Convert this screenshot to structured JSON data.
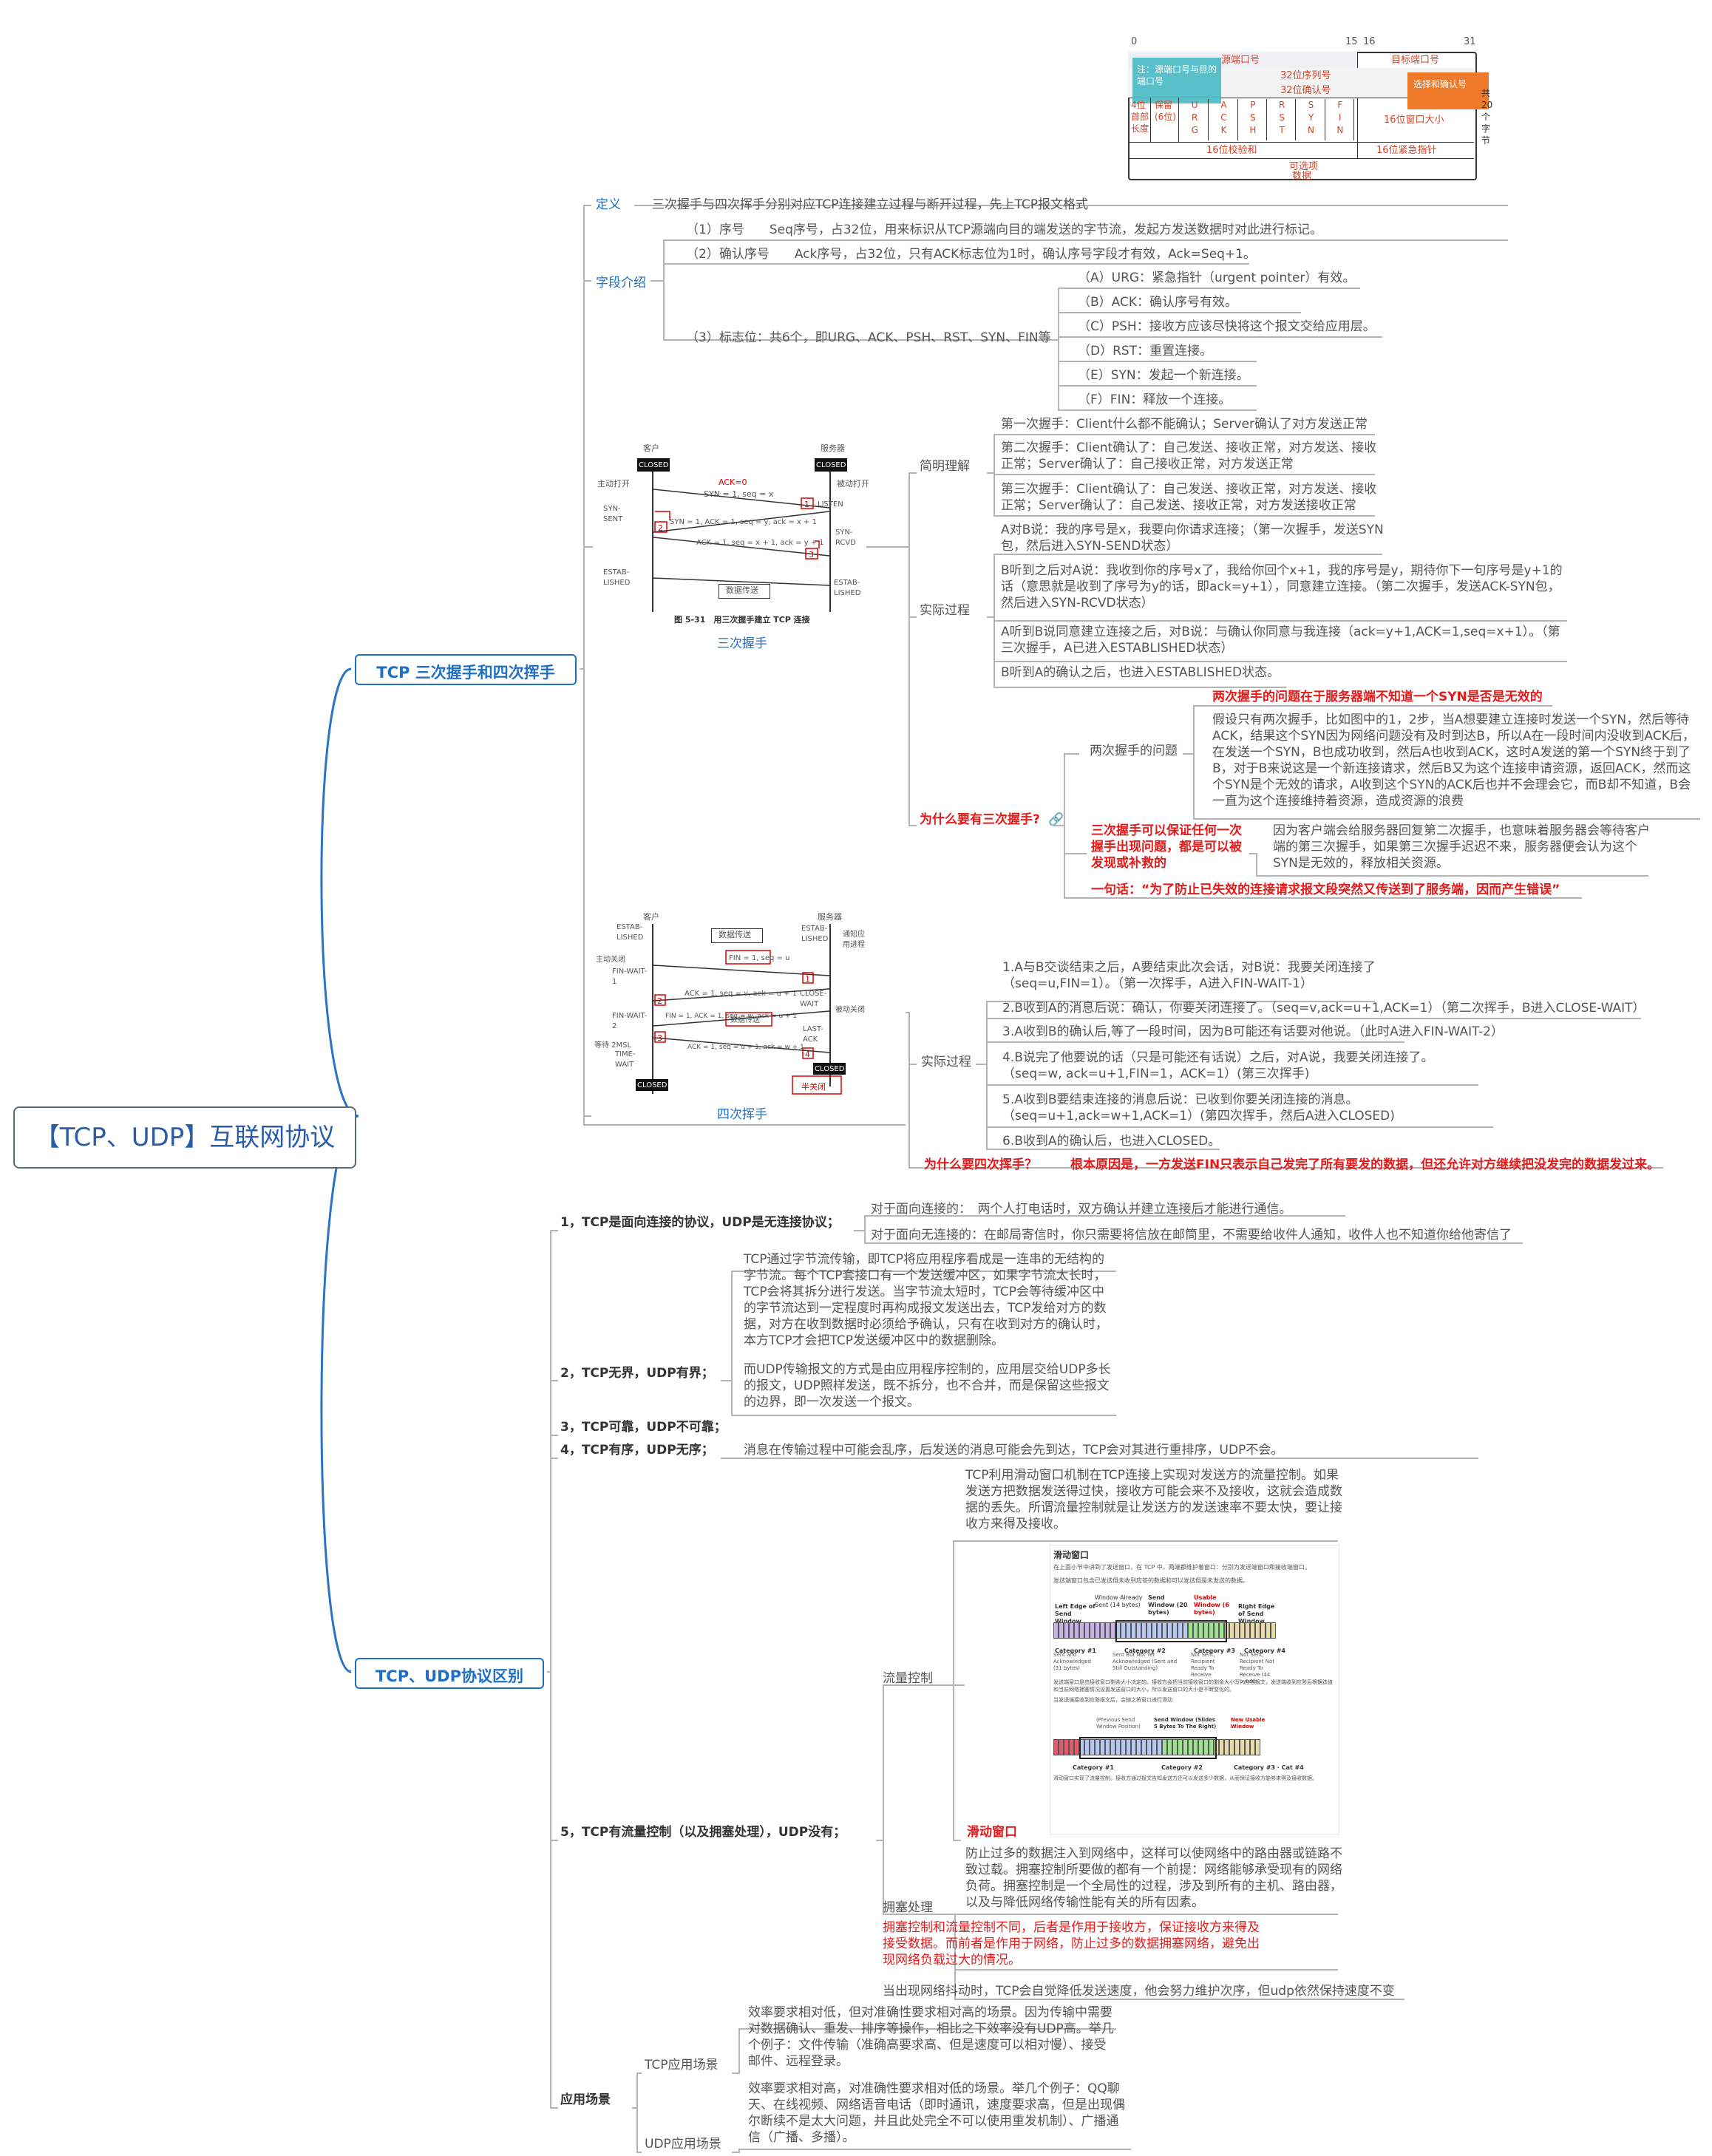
{
  "root": {
    "title": "【TCP、UDP】互联网协议"
  },
  "header_fig": {
    "scale": {
      "z": "0",
      "m1": "15",
      "m2": "16",
      "e": "31"
    },
    "src_port": "源端口号",
    "dst_port": "目标端口号",
    "seq": "32位序列号",
    "ack": "32位确认号",
    "hdr_len": "4位首部长度",
    "reserved": "保留(6位)",
    "flags": [
      "URG",
      "ACK",
      "PSH",
      "RST",
      "SYN",
      "FIN"
    ],
    "window": "16位窗口大小",
    "checksum": "16位校验和",
    "urgent": "16位紧急指针",
    "options": "可选项",
    "data": "数据",
    "side": "共20个字节",
    "note_left": "注：源端口号与目的端口号",
    "note_right": "选择和确认号"
  },
  "tcp_handshake": {
    "label": "TCP 三次握手和四次挥手",
    "definition": {
      "label": "定义",
      "text": "三次握手与四次挥手分别对应TCP连接建立过程与断开过程，先上TCP报文格式"
    },
    "fields": {
      "label": "字段介绍",
      "seq": "（1）序号　　Seq序号，占32位，用来标识从TCP源端向目的端发送的字节流，发起方发送数据时对此进行标记。",
      "ack": "（2）确认序号　　Ack序号，占32位，只有ACK标志位为1时，确认序号字段才有效，Ack=Seq+1。",
      "flags_label": "（3）标志位：共6个，即URG、ACK、PSH、RST、SYN、FIN等",
      "flags": [
        "（A）URG：紧急指针（urgent pointer）有效。",
        "（B）ACK：确认序号有效。",
        "（C）PSH：接收方应该尽快将这个报文交给应用层。",
        "（D）RST：重置连接。",
        "（E）SYN：发起一个新连接。",
        "（F）FIN：释放一个连接。"
      ]
    },
    "three_fig": {
      "caption": "三次握手",
      "client": "客户",
      "server": "服务器",
      "closed": "CLOSED",
      "listen": "LISTEN",
      "syn_sent": "SYN-SENT",
      "syn_rcvd": "SYN-RCVD",
      "estab": "ESTAB-LISHED",
      "active_open": "主动打开",
      "passive_open": "被动打开",
      "ack0": "ACK=0",
      "m1": "SYN = 1, seq = x",
      "m2": "SYN = 1, ACK = 1, seq = y, ack = x + 1",
      "m3": "ACK = 1, seq = x + 1, ack = y + 1",
      "data": "数据传送",
      "fig": "图 5-31　用三次握手建立 TCP 连接",
      "n1": "1",
      "n2": "2",
      "n3": "3"
    },
    "simple": {
      "label": "简明理解",
      "items": [
        "第一次握手：Client什么都不能确认；Server确认了对方发送正常",
        "第二次握手：Client确认了：自己发送、接收正常，对方发送、接收正常；Server确认了：自己接收正常，对方发送正常",
        "第三次握手：Client确认了：自己发送、接收正常，对方发送、接收正常；Server确认了：自己发送、接收正常，对方发送接收正常"
      ]
    },
    "actual": {
      "label": "实际过程",
      "items": [
        "A对B说：我的序号是x，我要向你请求连接；（第一次握手，发送SYN包，然后进入SYN-SEND状态）",
        "B听到之后对A说：我收到你的序号x了，我给你回个x+1，我的序号是y，期待你下一句序号是y+1的话（意思就是收到了序号为y的话，即ack=y+1），同意建立连接。（第二次握手，发送ACK-SYN包，然后进入SYN-RCVD状态）",
        "A听到B说同意建立连接之后，对B说：与确认你同意与我连接（ack=y+1,ACK=1,seq=x+1）。（第三次握手，A已进入ESTABLISHED状态）",
        "B听到A的确认之后，也进入ESTABLISHED状态。"
      ]
    },
    "why3": {
      "label": "为什么要有三次握手?",
      "two_problem": "两次握手的问题",
      "two_problem_head": "两次握手的问题在于服务器端不知道一个SYN是否是无效的",
      "two_problem_text": "假设只有两次握手，比如图中的1，2步，当A想要建立连接时发送一个SYN，然后等待ACK，结果这个SYN因为网络问题没有及时到达B，所以A在一段时间内没收到ACK后，在发送一个SYN，B也成功收到，然后A也收到ACK，这时A发送的第一个SYN终于到了B，对于B来说这是一个新连接请求，然后B又为这个连接申请资源，返回ACK，然而这个SYN是个无效的请求，A收到这个SYN的ACK后也并不会理会它，而B却不知道，B会一直为这个连接维持着资源，造成资源的浪费",
      "three_can": "三次握手可以保证任何一次握手出现问题，都是可以被发现或补救的",
      "three_can_text": "因为客户端会给服务器回复第二次握手，也意味着服务器会等待客户端的第三次握手，如果第三次握手迟迟不来，服务器便会认为这个SYN是无效的，释放相关资源。",
      "one_sentence": "一句话：“为了防止已失效的连接请求报文段突然又传送到了服务端，因而产生错误”"
    },
    "four_fig": {
      "caption": "四次挥手",
      "client": "客户",
      "server": "服务器",
      "estab": "ESTAB-LISHED",
      "fin_wait1": "FIN-WAIT-1",
      "fin_wait2": "FIN-WAIT-2",
      "time_wait": "TIME-WAIT",
      "close_wait": "CLOSE-WAIT",
      "last_ack": "LAST-ACK",
      "closed": "CLOSED",
      "active_close": "主动关闭",
      "passive_close": "被动关闭",
      "notify": "通知应用进程",
      "wait": "等待 2MSL",
      "data": "数据传送",
      "m1": "FIN = 1, seq = u",
      "m2": "ACK = 1, seq = v, ack = u + 1",
      "m3": "FIN = 1, ACK = 1, seq = w, ack = u + 1",
      "m4": "ACK = 1, seq = u + 1, ack = w + 1",
      "half": "半关闭",
      "n1": "1",
      "n2": "2",
      "n3": "3",
      "n4": "4"
    },
    "actual4": {
      "label": "实际过程",
      "items": [
        "1.A与B交谈结束之后，A要结束此次会话，对B说：我要关闭连接了（seq=u,FIN=1）。（第一次挥手，A进入FIN-WAIT-1）",
        "2.B收到A的消息后说：确认，你要关闭连接了。（seq=v,ack=u+1,ACK=1）（第二次挥手，B进入CLOSE-WAIT）",
        "3.A收到B的确认后,等了一段时间，因为B可能还有话要对他说。（此时A进入FIN-WAIT-2）",
        "4.B说完了他要说的话（只是可能还有话说）之后，对A说，我要关闭连接了。（seq=w, ack=u+1,FIN=1，ACK=1）(第三次挥手)",
        "5.A收到B要结束连接的消息后说：已收到你要关闭连接的消息。（seq=u+1,ack=w+1,ACK=1）(第四次挥手，然后A进入CLOSED)",
        "6.B收到A的确认后，也进入CLOSED。"
      ]
    },
    "why4": {
      "label": "为什么要四次挥手？",
      "text": "根本原因是，一方发送FIN只表示自己发完了所有要发的数据，但还允许对方继续把没发完的数据发过来。"
    }
  },
  "diff": {
    "label": "TCP、UDP协议区别",
    "d1": {
      "label": "1，TCP是面向连接的协议，UDP是无连接协议；",
      "a": "对于面向连接的：　两个人打电话时，双方确认并建立连接后才能进行通信。",
      "b": "对于面向无连接的：在邮局寄信时，你只需要将信放在邮筒里，不需要给收件人通知，收件人也不知道你给他寄信了"
    },
    "d2": {
      "label": "2，TCP无界，UDP有界；",
      "a": "TCP通过字节流传输，即TCP将应用程序看成是一连串的无结构的字节流。每个TCP套接口有一个发送缓冲区，如果字节流太长时，TCP会将其拆分进行发送。当字节流太短时，TCP会等待缓冲区中的字节流达到一定程度时再构成报文发送出去，TCP发给对方的数据，对方在收到数据时必须给予确认，只有在收到对方的确认时，本方TCP才会把TCP发送缓冲区中的数据删除。",
      "b": "而UDP传输报文的方式是由应用程序控制的，应用层交给UDP多长的报文，UDP照样发送，既不拆分，也不合并，而是保留这些报文的边界，即一次发送一个报文。"
    },
    "d3": {
      "label": "3，TCP可靠，UDP不可靠；"
    },
    "d4": {
      "label": "4，TCP有序，UDP无序；",
      "a": "消息在传输过程中可能会乱序，后发送的消息可能会先到达，TCP会对其进行重排序，UDP不会。"
    },
    "d5": {
      "label": "5，TCP有流量控制（以及拥塞处理），UDP没有；",
      "flow": {
        "label": "流量控制",
        "text": "TCP利用滑动窗口机制在TCP连接上实现对发送方的流量控制。如果发送方把数据发送得过快，接收方可能会来不及接收，这就会造成数据的丢失。所谓流量控制就是让发送方的发送速率不要太快，要让接收方来得及接收。",
        "window_title": "滑动窗口",
        "window_intro": "在上面小节中讲到了发送窗口，在 TCP 中，两端都维护着窗口：分别为发送端窗口和接收端窗口。",
        "window_intro2": "发送端窗口包含已发送但未收到应答的数据和可以发送但是未发送的数据。",
        "labels": {
          "left_edge": "Left Edge of Send Window",
          "already": "Window Already Sent (14 bytes)",
          "send": "Send Window (20 bytes)",
          "usable": "Usable Window (6 bytes)",
          "right_edge": "Right Edge of Send Window",
          "c1": "Category #1",
          "c2": "Category #2",
          "c3": "Category #3",
          "c4": "Category #4",
          "c1d": "Sent and Acknowledged (31 bytes)",
          "c2d": "Sent But Not Yet Acknowledged (Sent and Still Outstanding)",
          "c3d": "Not Sent, Recipient Ready To Receive",
          "c4d": "Not Sent, Recipient Not Ready To Receive (44 bytes)",
          "prev": "(Previous Send Window Position)",
          "slide": "Send Window (Slides 5 Bytes To The Right)",
          "new_usable": "New Usable Window",
          "c34": "Category #3 · Cat #4"
        },
        "window_mid": "发送端窗口是由接收窗口剩余大小决定的。接收方会把当前接收窗口的剩余大小写入应答报文，发送端收到应答后根据该值和当前网络拥塞情况设置发送窗口的大小，所以发送窗口的大小是不断变化的。",
        "window_mid2": "当发送端接收到应答报文后，会随之将窗口进行滑动",
        "window_end": "滑动窗口实现了流量控制。接收方通过报文告知发送方还可以发送多少数据，从而保证接收方能够来得及接收数据。",
        "caption": "滑动窗口"
      },
      "congestion": {
        "label": "拥塞处理",
        "text": "防止过多的数据注入到网络中，这样可以使网络中的路由器或链路不致过载。拥塞控制所要做的都有一个前提：网络能够承受现有的网络负荷。拥塞控制是一个全局性的过程，涉及到所有的主机、路由器，以及与降低网络传输性能有关的所有因素。",
        "diff": "拥塞控制和流量控制不同，后者是作用于接收方，保证接收方来得及接受数据。而前者是作用于网络，防止过多的数据拥塞网络，避免出现网络负载过大的情况。",
        "jitter": "当出现网络抖动时，TCP会自觉降低发送速度，他会努力维护次序，但udp依然保持速度不变"
      }
    }
  },
  "scenarios": {
    "label": "应用场景",
    "tcp": {
      "label": "TCP应用场景",
      "text": "效率要求相对低，但对准确性要求相对高的场景。因为传输中需要对数据确认、重发、排序等操作，相比之下效率没有UDP高。举几个例子：文件传输（准确高要求高、但是速度可以相对慢）、接受邮件、远程登录。"
    },
    "udp": {
      "label": "UDP应用场景",
      "text": "效率要求相对高，对准确性要求相对低的场景。举几个例子：QQ聊天、在线视频、网络语音电话（即时通讯，速度要求高，但是出现偶尔断续不是太大问题，并且此处完全不可以使用重发机制）、广播通信（广播、多播）。"
    }
  },
  "colors": {
    "branch": "#1f6fc4",
    "line": "#b8b8b8",
    "accent": "#e31b1b"
  }
}
